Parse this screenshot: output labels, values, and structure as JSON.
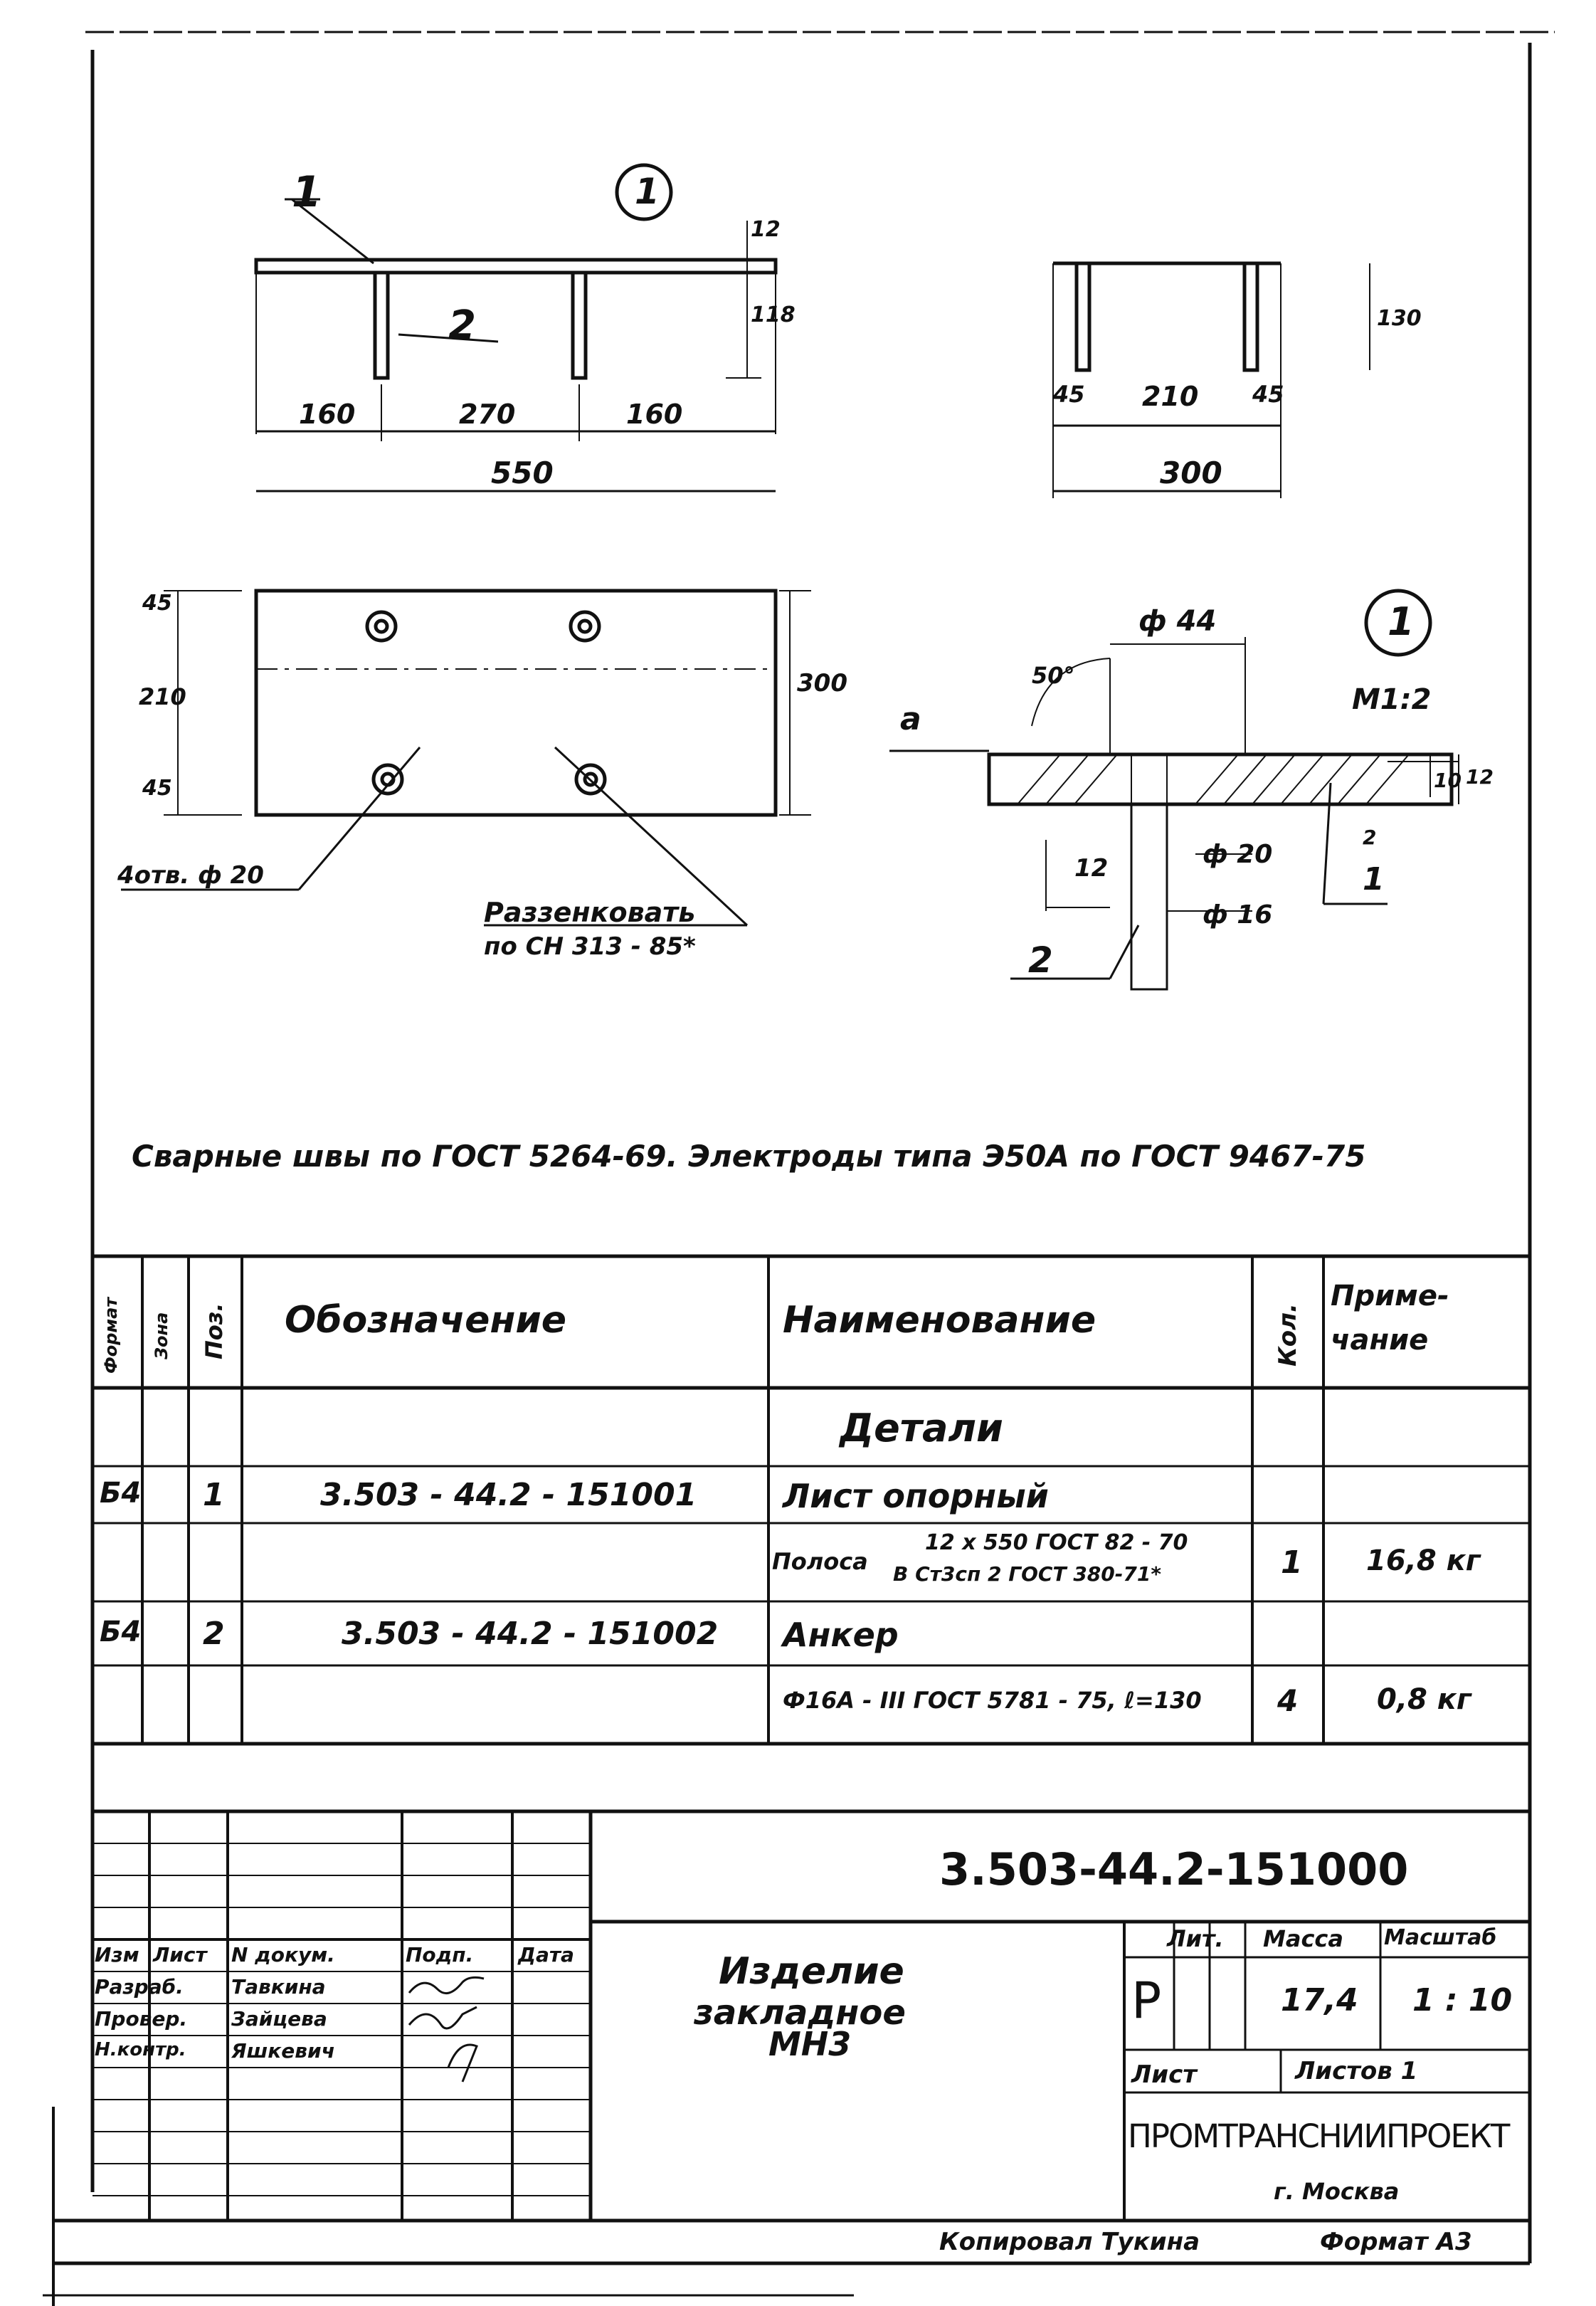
{
  "drawing": {
    "note": "Сварные швы по ГОСТ 5264-69. Электроды типа Э50А по ГОСТ 9467-75",
    "view_front": {
      "callout_circle": "1",
      "pos_plate": "1",
      "pos_anchor": "2",
      "dim_plate_thk": "12",
      "dim_anchor_len": "118",
      "dim_left": "160",
      "dim_mid": "270",
      "dim_right": "160",
      "dim_total": "550"
    },
    "view_side": {
      "dim_height": "130",
      "dim_left": "45",
      "dim_mid": "210",
      "dim_right": "45",
      "dim_total": "300"
    },
    "view_plan": {
      "dim_top": "45",
      "dim_mid": "210",
      "dim_bottom": "45",
      "dim_height": "300",
      "holes_label": "4отв. ф 20",
      "countersink_1": "Раззенковать",
      "countersink_2": "по СН 313 - 85*"
    },
    "detail": {
      "callout_circle": "1",
      "scale": "М1:2",
      "dia_top": "ф 44",
      "angle": "50°",
      "mark_a": "а",
      "dim_10": "10",
      "dim_12_right": "12",
      "dim_12_left": "12",
      "dim_2": "2",
      "dia_20": "ф 20",
      "dia_16": "ф 16",
      "pos_1": "1",
      "pos_2": "2"
    }
  },
  "spec": {
    "headers": {
      "format": "Формат",
      "zone": "Зона",
      "pos": "Поз.",
      "designation": "Обозначение",
      "name": "Наименование",
      "qty": "Кол.",
      "note": "Приме-чание"
    },
    "section": "Детали",
    "rows": [
      {
        "format": "Б4",
        "pos": "1",
        "designation": "3.503 - 44.2 - 151001",
        "name": "Лист опорный",
        "qty": "",
        "note": ""
      },
      {
        "format": "",
        "pos": "",
        "designation": "",
        "name": "Полоса",
        "name_top": "12 x 550 ГОСТ 82 - 70",
        "name_bot": "В Ст3сп 2 ГОСТ 380-71*",
        "qty": "1",
        "note": "16,8 кг"
      },
      {
        "format": "Б4",
        "pos": "2",
        "designation": "3.503 - 44.2 - 151002",
        "name": "Анкер",
        "qty": "",
        "note": ""
      },
      {
        "format": "",
        "pos": "",
        "designation": "",
        "name": "Ф16А - III ГОСТ 5781 - 75, ℓ=130",
        "qty": "4",
        "note": "0,8 кг"
      }
    ]
  },
  "titleblock": {
    "code": "3.503-44.2-151000",
    "title1": "Изделие",
    "title2": "закладное",
    "title3": "МН3",
    "lit_h": "Лит.",
    "mass_h": "Масса",
    "scale_h": "Масштаб",
    "lit_v": "Р",
    "mass_v": "17,4",
    "scale_v": "1 : 10",
    "sheet_h": "Лист",
    "sheets_h": "Листов 1",
    "org": "ПРОМТРАНСНИИПРОЕКТ",
    "city": "г. Москва",
    "col_izm": "Изм",
    "col_list": "Лист",
    "col_doc": "N докум.",
    "col_sign": "Подп.",
    "col_date": "Дата",
    "roles": [
      {
        "role": "Разраб.",
        "name": "Тавкина"
      },
      {
        "role": "Провер.",
        "name": "Зайцева"
      },
      {
        "role": "Н.контр.",
        "name": "Яшкевич"
      }
    ],
    "copied": "Копировал Тукина",
    "format": "Формат А3"
  }
}
